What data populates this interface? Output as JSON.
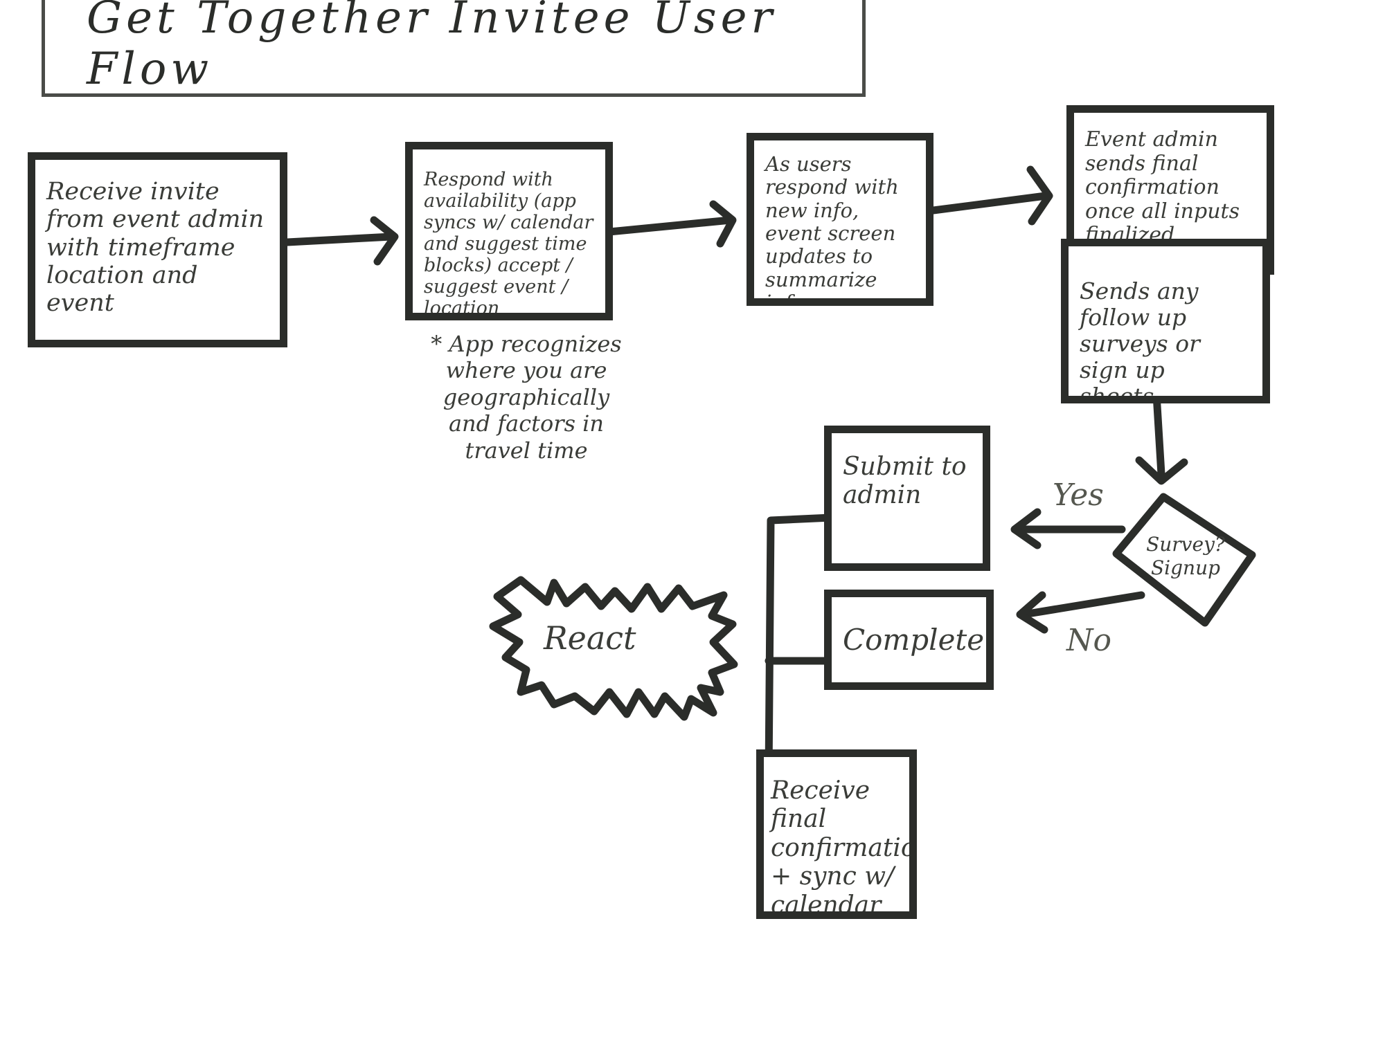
{
  "title": "Get Together Invitee User Flow",
  "boxes": {
    "receive_invite": "Receive invite from event admin with timeframe location and event",
    "respond": "Respond with availability (app syncs w/ calendar and suggest time blocks) accept / suggest event / location",
    "updates": "As users respond with new info, event screen updates to summarize info.",
    "admin_confirm": "Event admin sends final confirmation once all inputs finalized",
    "follow_up": "Sends any follow up surveys or sign up sheets.",
    "submit": "Submit to admin",
    "complete": "Complete",
    "receive_final": "Receive final confirmation + sync w/ calendar"
  },
  "note": "* App recognizes where you are geographically and factors in travel time",
  "decision": {
    "line1": "Survey?",
    "line2": "Signup"
  },
  "branches": {
    "yes": "Yes",
    "no": "No"
  },
  "burst": "React",
  "colors": {
    "ink": "#2b2d2a",
    "background": "#ffffff"
  }
}
